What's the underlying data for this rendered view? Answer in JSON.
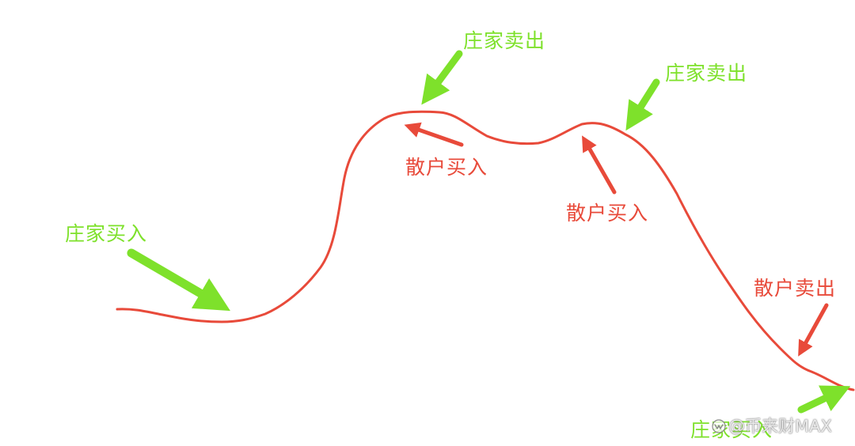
{
  "colors": {
    "curve": "#e84a3a",
    "green": "#7ee12b",
    "red": "#e84a3a"
  },
  "labels": {
    "dealer_buy_left": "庄家买入",
    "dealer_sell_peak1": "庄家卖出",
    "retail_buy_peak1": "散户买入",
    "dealer_sell_peak2": "庄家卖出",
    "retail_buy_peak2": "散户买入",
    "retail_sell_right": "散户卖出",
    "dealer_buy_bottom": "庄家买入"
  },
  "watermark": {
    "icon": "wechat-channel-icon",
    "text": "@币来财MAX"
  }
}
